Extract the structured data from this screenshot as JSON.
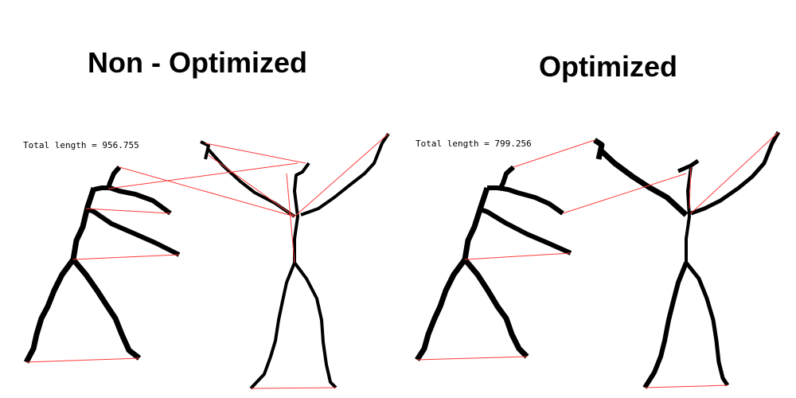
{
  "panels": [
    {
      "title": "Non - Optimized",
      "total_length_label": "Total length = 956.755"
    },
    {
      "title": "Optimized",
      "total_length_label": "Total length = 799.256"
    }
  ],
  "colors": {
    "stroke": "#000000",
    "travel_path": "#ff3b3b",
    "background": "#ffffff"
  }
}
